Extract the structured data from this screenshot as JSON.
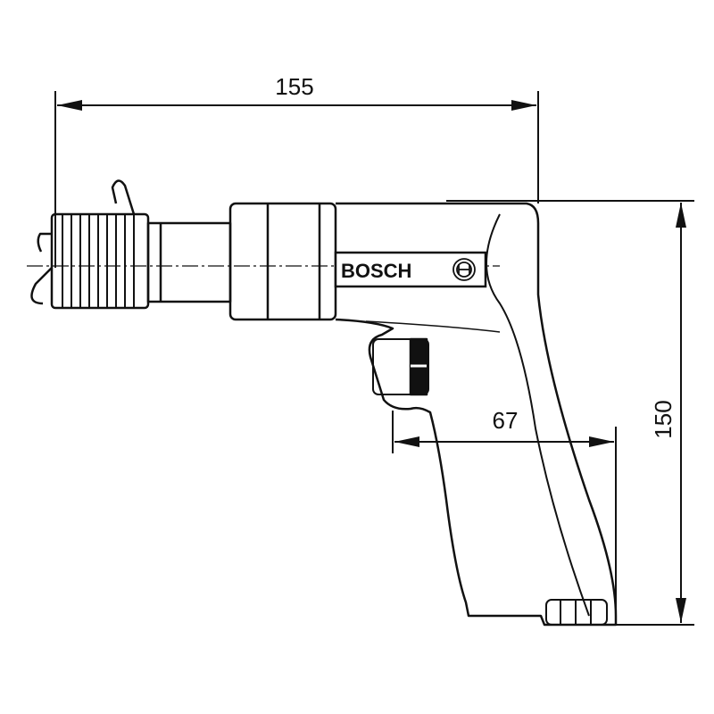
{
  "title": "Bosch pneumatic tool dimension drawing",
  "dimensions": {
    "overall_length": "155",
    "height": "150",
    "grip_depth": "67"
  },
  "brand_label": "BOSCH"
}
